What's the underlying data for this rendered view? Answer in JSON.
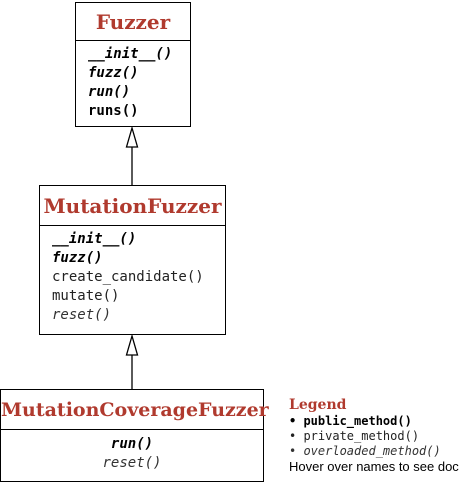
{
  "classes": {
    "fuzzer": {
      "name": "Fuzzer",
      "methods": [
        "__init__()",
        "fuzz()",
        "run()",
        "runs()"
      ]
    },
    "mutation_fuzzer": {
      "name": "MutationFuzzer",
      "methods": [
        "__init__()",
        "fuzz()",
        "create_candidate()",
        "mutate()",
        "reset()"
      ]
    },
    "mutation_coverage_fuzzer": {
      "name": "MutationCoverageFuzzer",
      "methods": [
        "run()",
        "reset()"
      ]
    }
  },
  "legend": {
    "title": "Legend",
    "public_method": "• public_method()",
    "private_method": "• private_method()",
    "overloaded_method": "• overloaded_method()",
    "hint": "Hover over names to see doc"
  },
  "colors": {
    "class_title": "#b03a2e",
    "border": "#000000"
  }
}
